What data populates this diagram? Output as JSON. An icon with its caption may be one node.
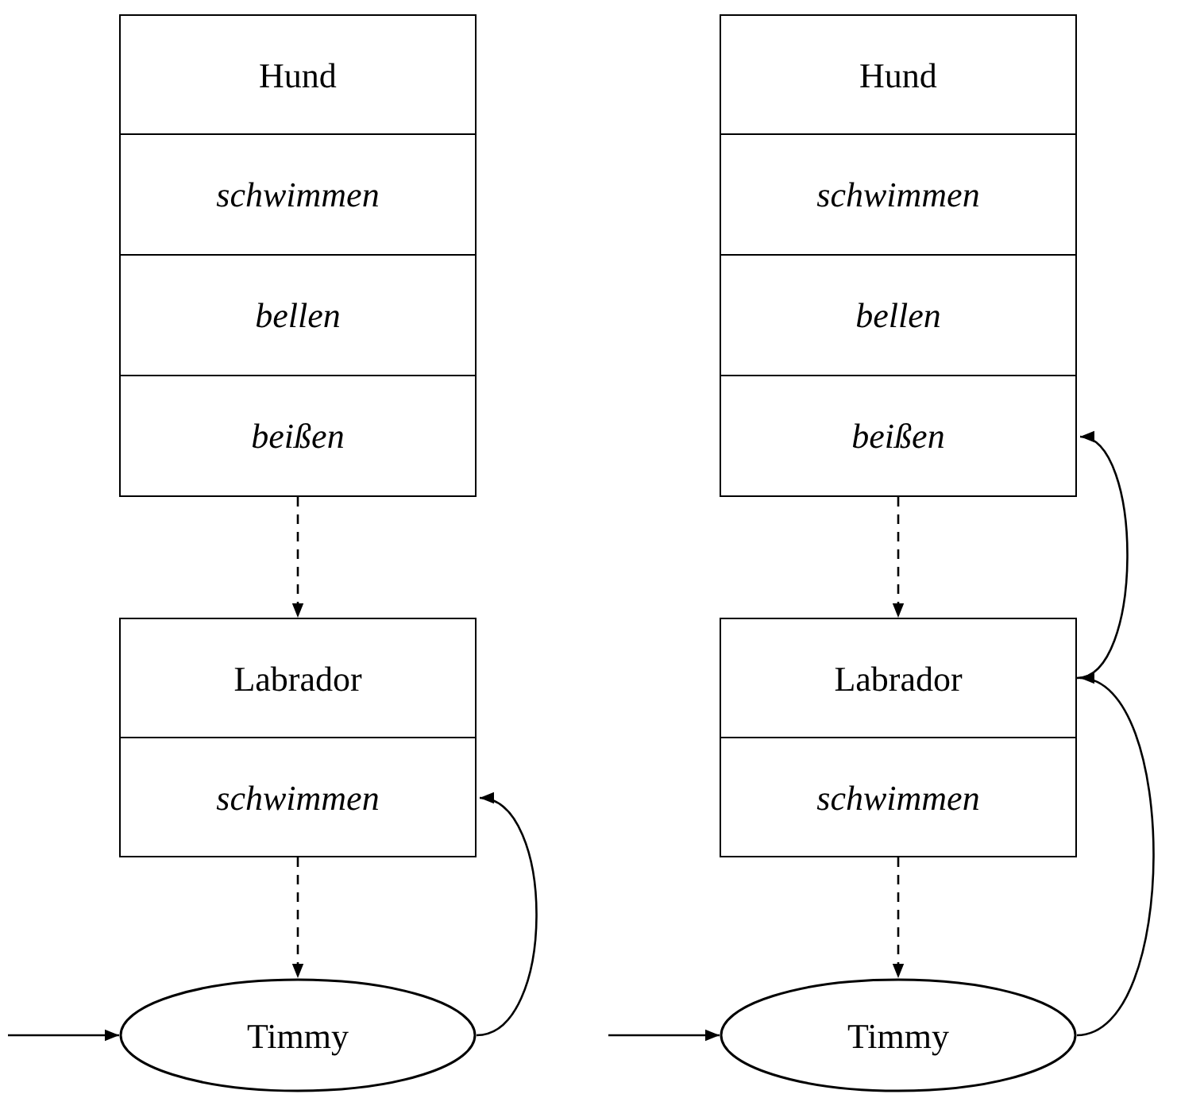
{
  "diagram": {
    "nodes": [
      {
        "text": [
          "Hund"
        ]
      },
      {
        "text": [
          "schwimmen"
        ]
      },
      {
        "text": [
          "bellen"
        ]
      },
      {
        "text": [
          "beißen"
        ]
      },
      {
        "text": [
          "Labrador"
        ]
      },
      {
        "text": [
          "schwimmen"
        ]
      },
      {
        "text": [
          "Timmy"
        ]
      },
      {
        "text": [
          "Hund"
        ]
      },
      {
        "text": [
          "schwimmen"
        ]
      },
      {
        "text": [
          "bellen"
        ]
      },
      {
        "text": [
          "beißen"
        ]
      },
      {
        "text": [
          "Labrador"
        ]
      },
      {
        "text": [
          "schwimmen"
        ]
      },
      {
        "text": [
          "Timmy"
        ]
      }
    ],
    "edges": [
      {
        "from": 3,
        "to": 4,
        "arrow": "to",
        "style": "dashed"
      },
      {
        "from": 5,
        "to": 6,
        "arrow": "to",
        "style": "dashed"
      },
      {
        "from": 6,
        "to": 5,
        "arrow": "to"
      },
      {
        "from": null,
        "to": 6,
        "arrow": "to"
      },
      {
        "from": 10,
        "to": 11,
        "arrow": "to",
        "style": "dashed"
      },
      {
        "from": 12,
        "to": 13,
        "arrow": "to",
        "style": "dashed"
      },
      {
        "from": 11,
        "to": 10,
        "arrow": "to"
      },
      {
        "from": 13,
        "to": 11,
        "arrow": "to"
      },
      {
        "from": null,
        "to": 13,
        "arrow": "to"
      }
    ]
  }
}
